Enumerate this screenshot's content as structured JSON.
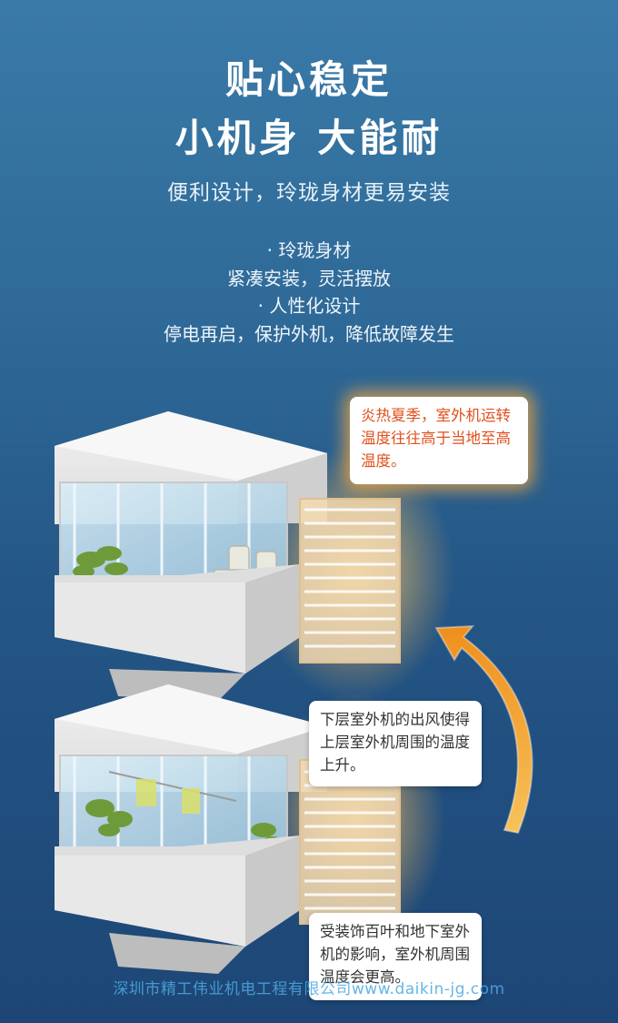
{
  "header": {
    "title_line1": "贴心稳定",
    "title_line2": "小机身  大能耐",
    "subtitle": "便利设计，玲珑身材更易安装"
  },
  "features": [
    "· 玲珑身材",
    "紧凑安装，灵活摆放",
    "· 人性化设计",
    "停电再启，保护外机，降低故障发生"
  ],
  "callouts": {
    "hot": "炎热夏季，室外机运转温度往往高于当地至高温度。",
    "upper_heat": "下层室外机的出风使得上层室外机周围的温度上升。",
    "enclosure": "受装饰百叶和地下室外机的影响，室外机周围温度会更高。"
  },
  "watermark": "深圳市精工伟业机电工程有限公司www.daikin-jg.com",
  "colors": {
    "background_top": "#3a7aa8",
    "background_bottom": "#1d4676",
    "hot_text": "#e0501c",
    "arrow": "#f5a623",
    "watermark": "#4da9e0"
  }
}
